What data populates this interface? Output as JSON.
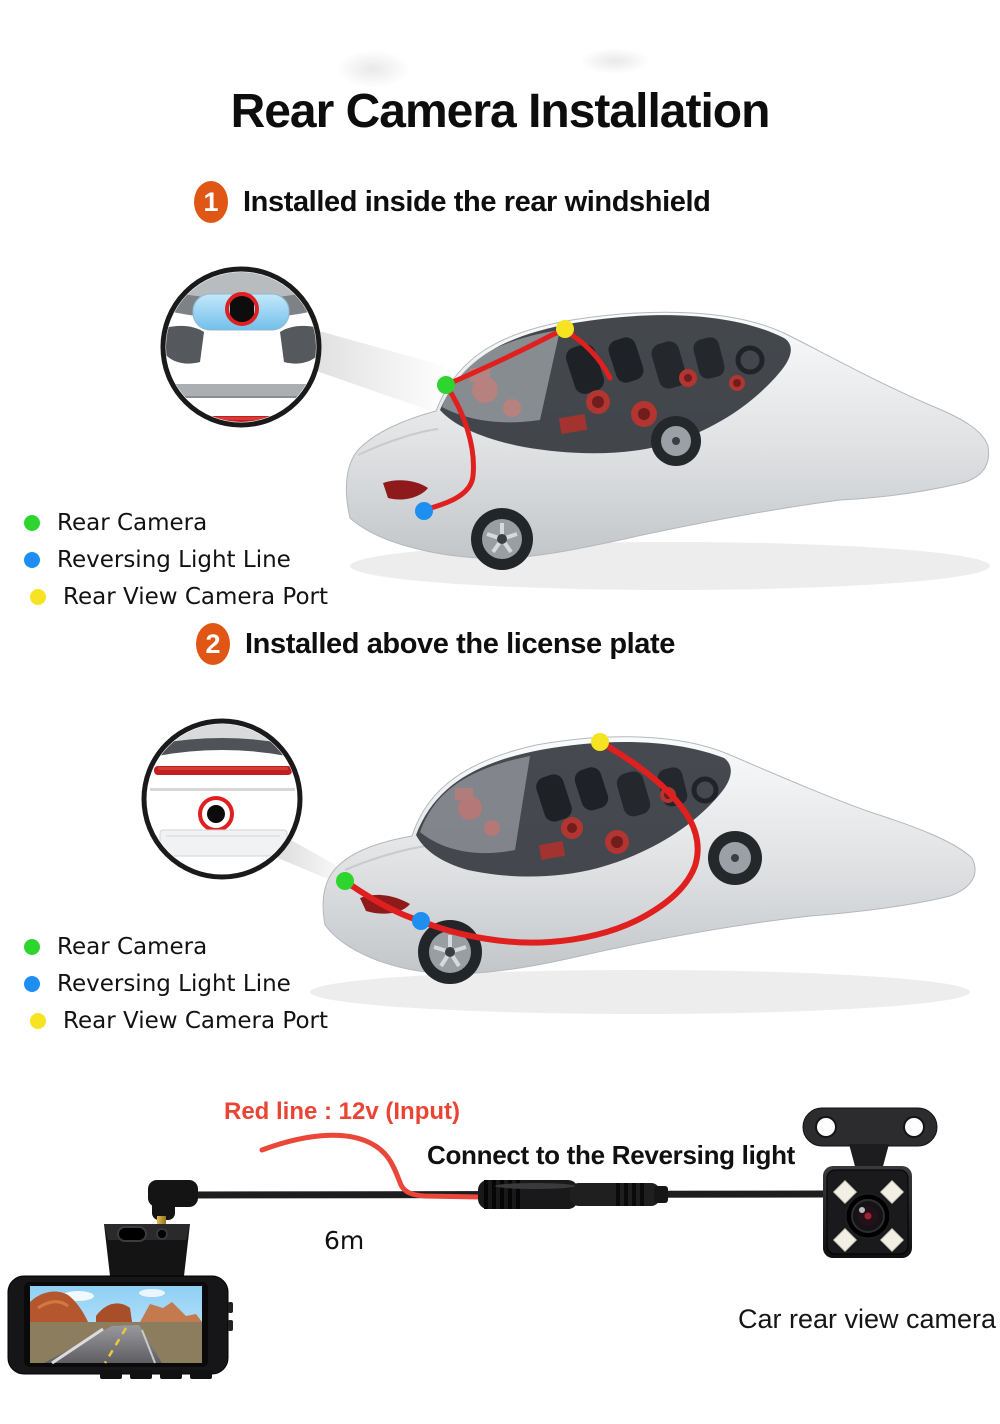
{
  "title": "Rear Camera Installation",
  "steps": [
    {
      "number": "1",
      "label": "Installed inside the rear windshield"
    },
    {
      "number": "2",
      "label": "Installed above the license plate"
    }
  ],
  "legend": {
    "items": [
      {
        "label": "Rear Camera",
        "color": "#2ed52e"
      },
      {
        "label": "Reversing Light Line",
        "color": "#1e8ff0"
      },
      {
        "label": "Rear View Camera Port",
        "color": "#f6e321"
      }
    ]
  },
  "wiring": {
    "red_line_label": "Red line : 12v (Input)",
    "connect_label": "Connect to the Reversing light",
    "cable_length": "6m",
    "camera_caption": "Car rear view camera"
  },
  "colors": {
    "step_badge": "#e05615",
    "cable_red": "#ea4639",
    "cable_black": "#1d1d1f",
    "highlight_ring_red": "#e02020",
    "red_label_text": "#ea4435"
  }
}
